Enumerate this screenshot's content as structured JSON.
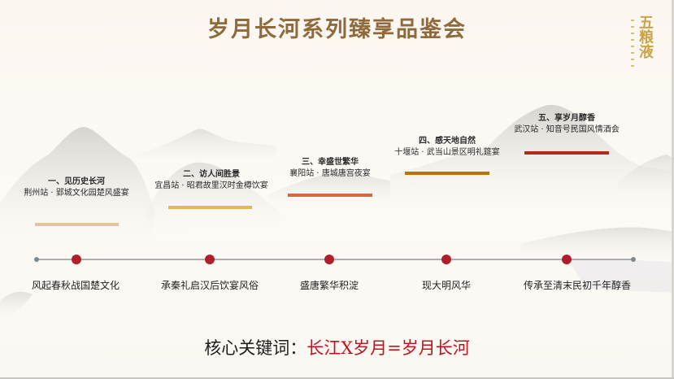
{
  "title": "岁月长河系列臻享品鉴会",
  "logo": {
    "brand": "五粮液",
    "tagline_dots": "· · · · · · ·"
  },
  "colors": {
    "title": "#8e6a3c",
    "logo": "#c9a44a",
    "timeline_line": "#a9aeb1",
    "timeline_dot": "#b11e2a",
    "timeline_endpoint": "#7c8a90",
    "keyword_value": "#c0121c"
  },
  "stations": [
    {
      "heading": "一、见历史长河",
      "subtitle": "荆州站 · 郢城文化园楚风盛宴",
      "bar_color": "#e3c6a0"
    },
    {
      "heading": "二、访人间胜景",
      "subtitle": "宜昌站 · 昭君故里汉时金樽饮宴",
      "bar_color": "#e4b85a"
    },
    {
      "heading": "三、幸盛世繁华",
      "subtitle": "襄阳站 · 唐城唐宫夜宴",
      "bar_color": "#d06a45"
    },
    {
      "heading": "四、感天地自然",
      "subtitle": "十堰站 · 武当山景区明礼筵宴",
      "bar_color": "#b8720e"
    },
    {
      "heading": "五、享岁月醇香",
      "subtitle": "武汉站 · 知音号民国风情酒会",
      "bar_color": "#b0291c"
    }
  ],
  "timeline": {
    "eras": [
      "风起春秋战国楚文化",
      "承秦礼启汉后饮宴风俗",
      "盛唐繁华积淀",
      "现大明风华",
      "传承至清末民初千年醇香"
    ]
  },
  "keyword": {
    "label": "核心关键词：",
    "value": "长江X岁月=岁月长河"
  }
}
